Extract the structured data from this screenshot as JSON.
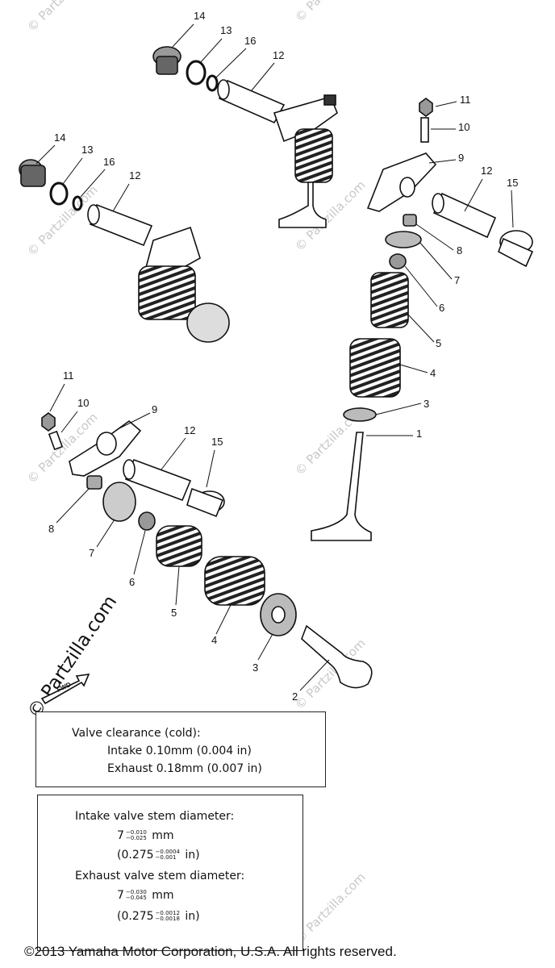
{
  "callouts": {
    "top": [
      "14",
      "13",
      "16",
      "12"
    ],
    "left": [
      "14",
      "13",
      "16",
      "12"
    ],
    "right": [
      "11",
      "10",
      "9",
      "12",
      "15",
      "8",
      "7",
      "6",
      "5",
      "4",
      "3",
      "1"
    ],
    "bottom": [
      "11",
      "10",
      "9",
      "12",
      "15",
      "8",
      "7",
      "6",
      "5",
      "4",
      "3",
      "2"
    ]
  },
  "watermark": {
    "text": "© Partzilla.com",
    "big_text": "© Partzilla.com"
  },
  "arrow_label": "FWD",
  "clearance": {
    "title": "Valve clearance (cold):",
    "intake": "Intake   0.10mm (0.004 in)",
    "exhaust": "Exhaust 0.18mm (0.007 in)"
  },
  "stem": {
    "intake_title": "Intake valve stem diameter:",
    "intake_mm_base": "7",
    "intake_mm_upper": "−0.010",
    "intake_mm_lower": "−0.025",
    "intake_mm_unit": "mm",
    "intake_in_base": "(0.275",
    "intake_in_upper": "−0.0004",
    "intake_in_lower": "−0.001",
    "intake_in_unit": "in)",
    "exhaust_title": "Exhaust valve stem diameter:",
    "exhaust_mm_base": "7",
    "exhaust_mm_upper": "−0.030",
    "exhaust_mm_lower": "−0.045",
    "exhaust_mm_unit": "mm",
    "exhaust_in_base": "(0.275",
    "exhaust_in_upper": "−0.0012",
    "exhaust_in_lower": "−0.0018",
    "exhaust_in_unit": "in)"
  },
  "copyright": "©2013 Yamaha Motor Corporation, U.S.A. All rights reserved."
}
